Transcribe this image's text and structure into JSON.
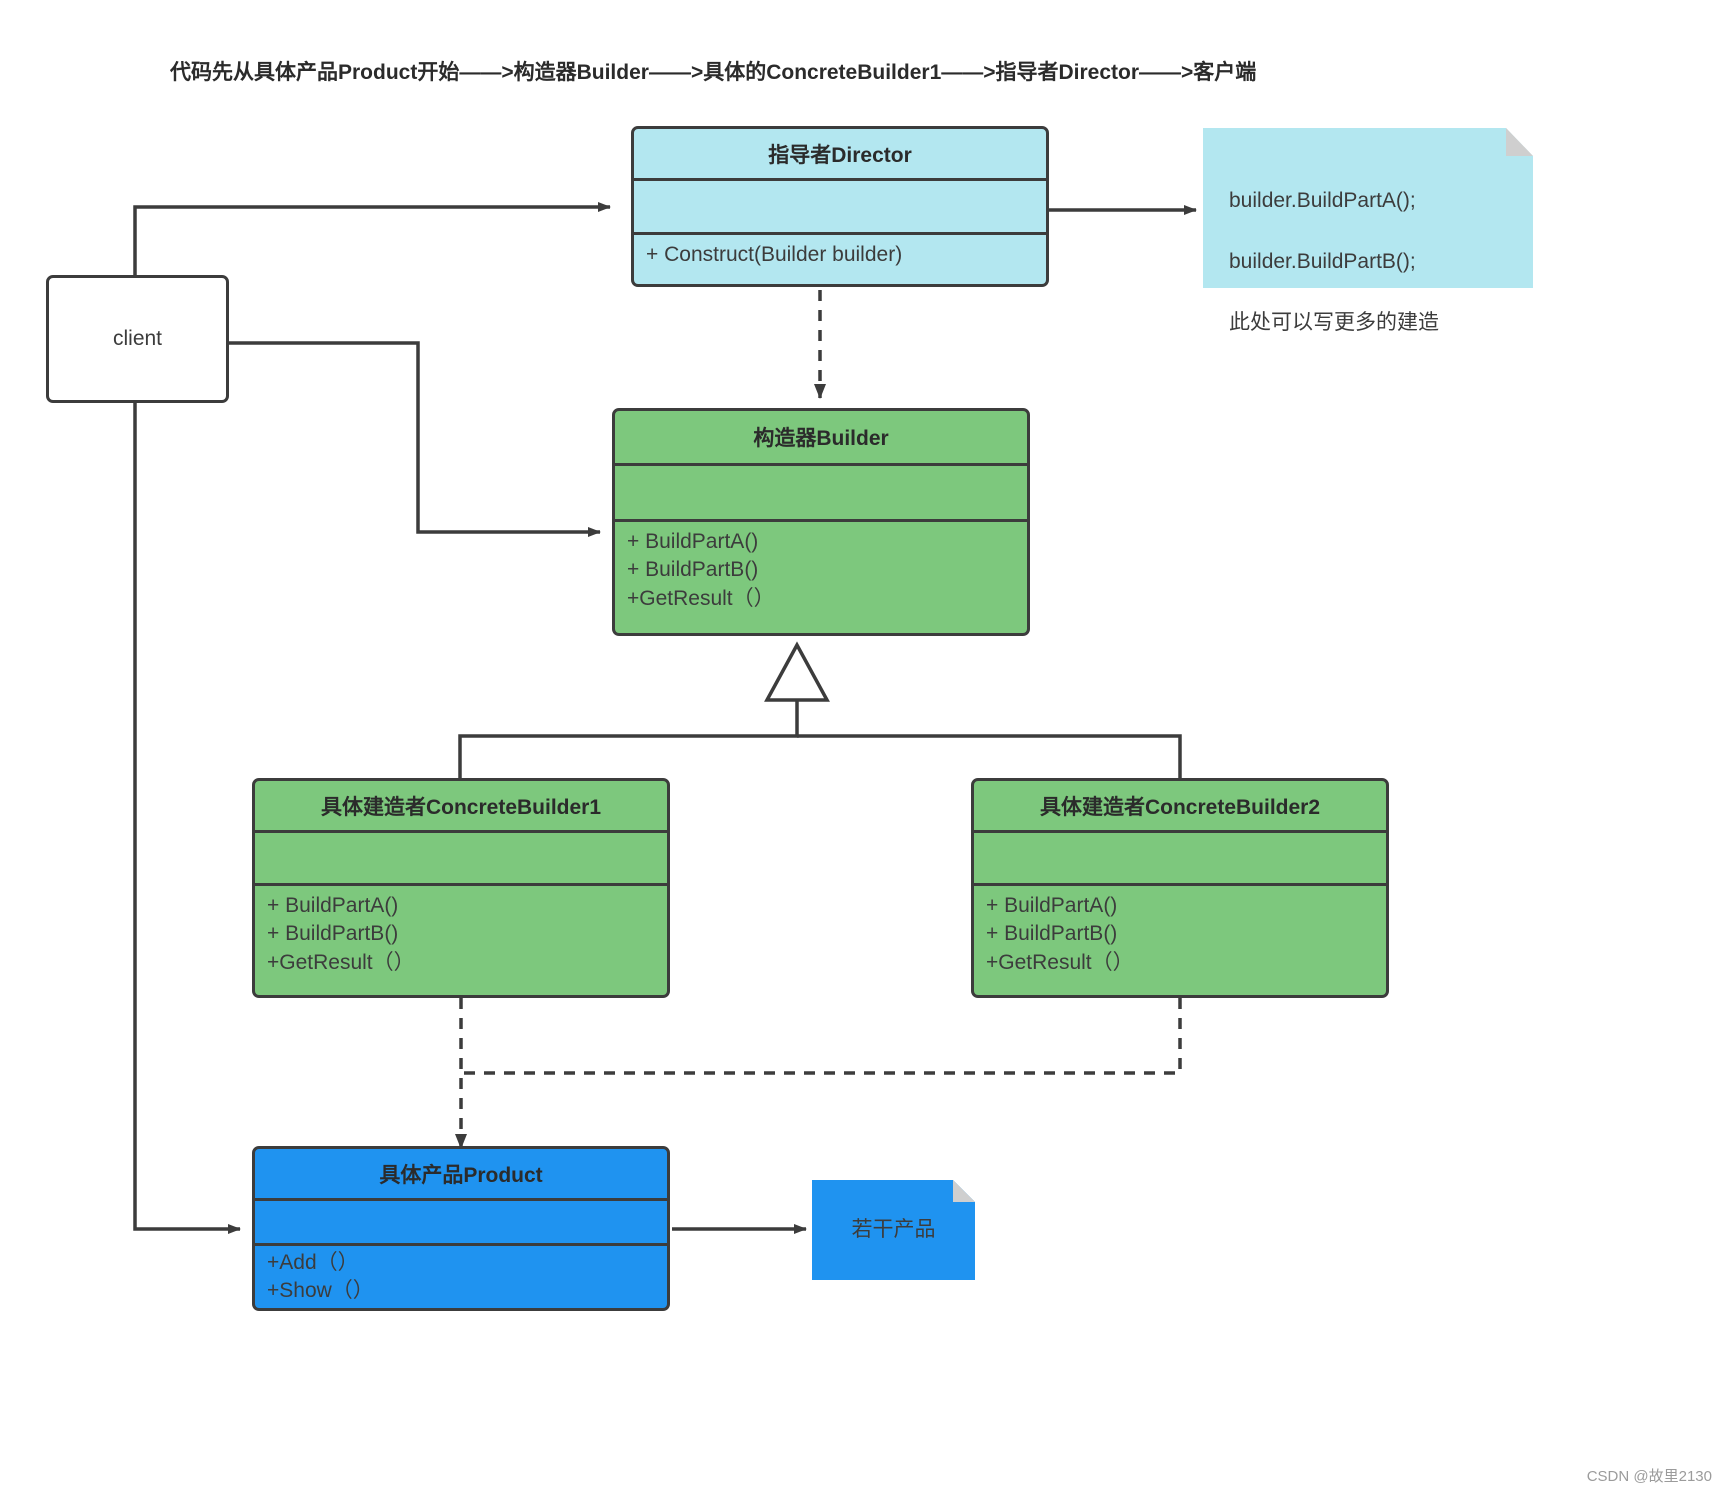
{
  "diagram": {
    "type": "uml-class-diagram",
    "title": "代码先从具体产品Product开始——>构造器Builder——>具体的ConcreteBuilder1——>指导者Director——>客户端",
    "colors": {
      "cyan": "#b3e7f0",
      "green": "#7dc87d",
      "blue": "#1f93f0",
      "white": "#ffffff",
      "stroke": "#3c3c3c",
      "fold": "#cfcfcf"
    }
  },
  "client": {
    "label": "client"
  },
  "director": {
    "name": "指导者Director",
    "attributes": [],
    "operations": [
      "+ Construct(Builder builder)"
    ]
  },
  "director_note": {
    "lines": [
      "builder.BuildPartA();",
      "builder.BuildPartB();",
      "此处可以写更多的建造"
    ]
  },
  "builder": {
    "name": "构造器Builder",
    "attributes": [],
    "operations": [
      "+ BuildPartA()",
      "+ BuildPartB()",
      "+GetResult（）"
    ]
  },
  "concrete_builder_1": {
    "name": "具体建造者ConcreteBuilder1",
    "attributes": [],
    "operations": [
      "+ BuildPartA()",
      "+ BuildPartB()",
      "+GetResult（）"
    ]
  },
  "concrete_builder_2": {
    "name": "具体建造者ConcreteBuilder2",
    "attributes": [],
    "operations": [
      "+ BuildPartA()",
      "+ BuildPartB()",
      "+GetResult（）"
    ]
  },
  "product": {
    "name": "具体产品Product",
    "attributes": [],
    "operations": [
      "+Add（）",
      "+Show（）"
    ]
  },
  "product_note": {
    "text": "若干产品"
  },
  "watermark": {
    "text": "CSDN @故里2130"
  }
}
